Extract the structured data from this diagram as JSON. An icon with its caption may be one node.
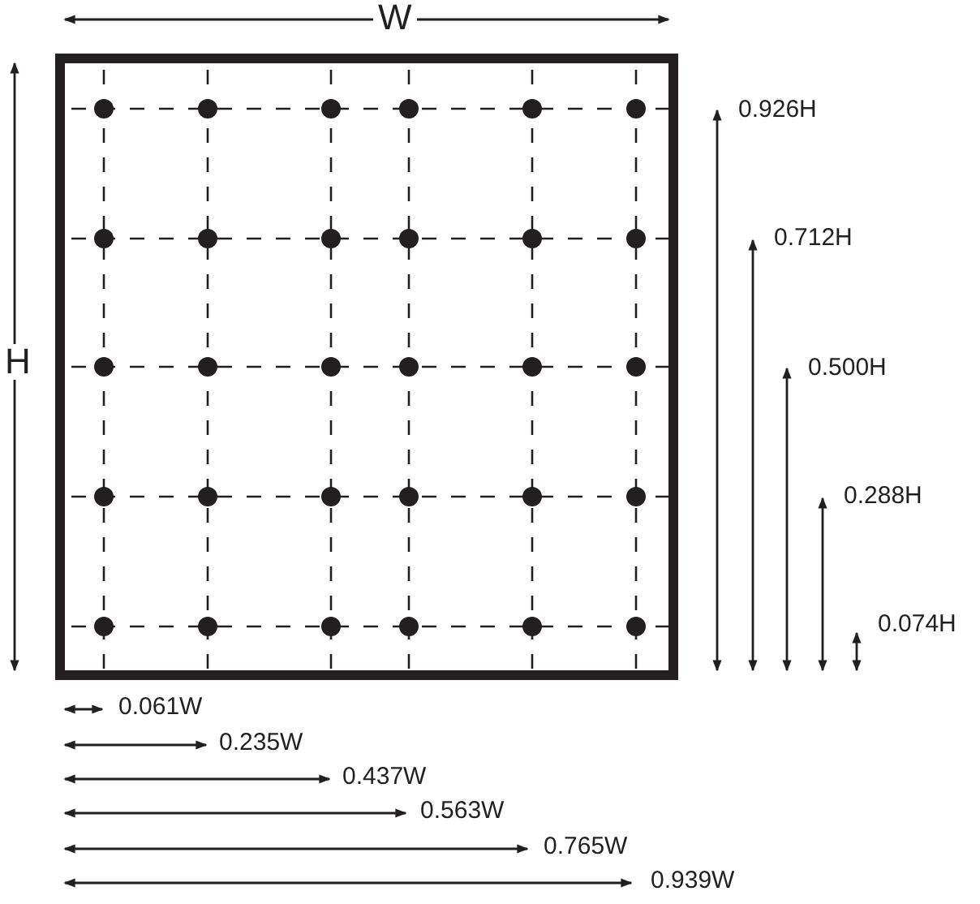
{
  "diagram": {
    "labels": [
      "W",
      "0.926H",
      "0.712H",
      "H",
      "0.500H",
      "0.288H",
      "0.074H",
      "0.061W",
      "0.235W",
      "0.437W",
      "0.563W",
      "0.765W",
      "0.939W"
    ]
  }
}
